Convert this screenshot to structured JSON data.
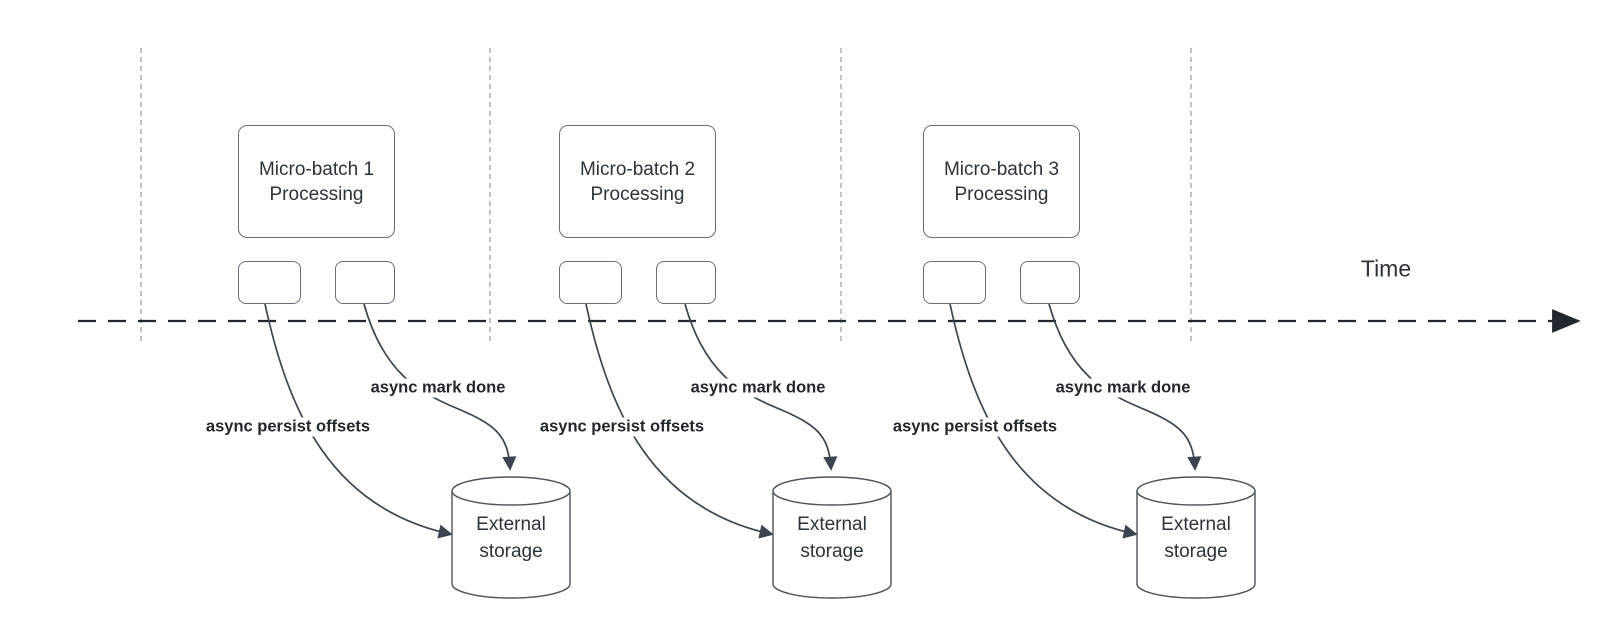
{
  "diagram": {
    "time_axis": {
      "label": "Time"
    },
    "groups": [
      {
        "box_lines": [
          "Micro-batch 1",
          "Processing"
        ],
        "persist_label": "async persist offsets",
        "done_label": "async mark done",
        "storage_lines": [
          "External",
          "storage"
        ]
      },
      {
        "box_lines": [
          "Micro-batch 2",
          "Processing"
        ],
        "persist_label": "async persist offsets",
        "done_label": "async mark done",
        "storage_lines": [
          "External",
          "storage"
        ]
      },
      {
        "box_lines": [
          "Micro-batch 3",
          "Processing"
        ],
        "persist_label": "async persist offsets",
        "done_label": "async mark done",
        "storage_lines": [
          "External",
          "storage"
        ]
      }
    ],
    "icons": {
      "timeline_arrowhead": "filled-right-triangle",
      "edge_arrowhead": "filled-triangle"
    },
    "colors": {
      "edge": "#3b4450",
      "timeline": "#23272e",
      "time_marker": "#b0b4b9",
      "text": "#2d333b",
      "shape_border": "#666d76",
      "background": "#ffffff"
    }
  }
}
